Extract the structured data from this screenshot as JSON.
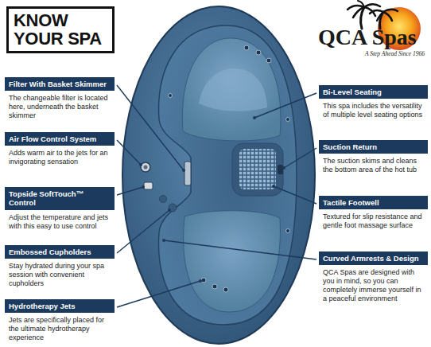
{
  "diagram": {
    "title": "KNOW YOUR SPA",
    "nodes": [
      {
        "text": [
          "Filter With Basket Skimmer",
          "The changeable filter is located here, underneath the basket skimmer"
        ]
      },
      {
        "text": [
          "Air Flow Control System",
          "Adds warm air to the jets for an invigorating sensation"
        ]
      },
      {
        "text": [
          "Topside SoftTouch™ Control",
          "Adjust the temperature and jets with this easy to use control"
        ]
      },
      {
        "text": [
          "Embossed Cupholders",
          "Stay hydrated during your spa session with convenient cupholders"
        ]
      },
      {
        "text": [
          "Hydrotherapy Jets",
          "Jets are specifically placed for the ultimate hydrotherapy experience"
        ]
      },
      {
        "text": [
          "Bi-Level Seating",
          "This spa includes the versatility of multiple level seating options"
        ]
      },
      {
        "text": [
          "Suction Return",
          "The suction skims and cleans the bottom area of the hot tub"
        ]
      },
      {
        "text": [
          "Tactile Footwell",
          "Textured for slip resistance and gentle foot massage surface"
        ]
      },
      {
        "text": [
          "Curved Armrests & Design",
          "QCA Spas are designed with you in mind, so you can completely immerse yourself in a peaceful environment"
        ]
      }
    ],
    "labels": [
      "QCA Spas",
      "A Step Ahead Since 1966"
    ]
  }
}
